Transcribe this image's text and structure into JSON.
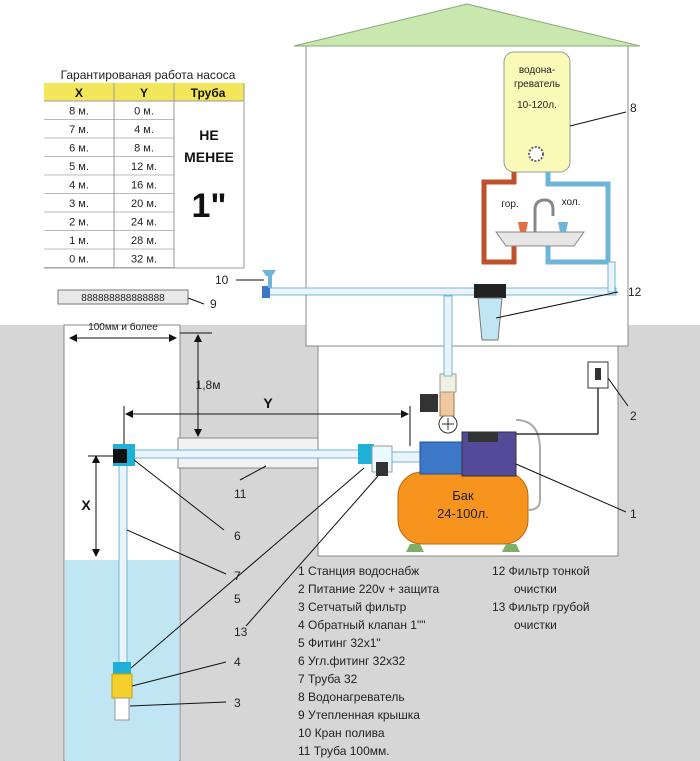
{
  "table": {
    "title": "Гарантированая работа насоса",
    "headers": [
      "X",
      "Y",
      "Труба"
    ],
    "rows": [
      {
        "x": "8 м.",
        "y": "0 м."
      },
      {
        "x": "7 м.",
        "y": "4 м."
      },
      {
        "x": "6 м.",
        "y": "8 м."
      },
      {
        "x": "5 м.",
        "y": "12 м."
      },
      {
        "x": "4 м.",
        "y": "16 м."
      },
      {
        "x": "3 м.",
        "y": "20 м."
      },
      {
        "x": "2 м.",
        "y": "24 м."
      },
      {
        "x": "1 м.",
        "y": "28 м."
      },
      {
        "x": "0 м.",
        "y": "32 м."
      }
    ],
    "pipe_line1": "НЕ",
    "pipe_line2": "МЕНЕЕ",
    "pipe_size": "1\""
  },
  "cover_text": "888888888888888",
  "labels": {
    "heater_line1": "водона-",
    "heater_line2": "греватель",
    "heater_line3": "10-120л.",
    "hot": "гор.",
    "cold": "хол.",
    "tank_line1": "Бак",
    "tank_line2": "24-100л.",
    "well_width": "100мм и более",
    "depth": "1,8м",
    "y_dim": "Y",
    "x_dim": "X"
  },
  "callouts": [
    "1",
    "2",
    "3",
    "4",
    "5",
    "6",
    "7",
    "8",
    "9",
    "10",
    "11",
    "12",
    "13"
  ],
  "legend_left": [
    "1 Станция водоснабж",
    "2 Питание 220v + защита",
    "3 Сетчатый фильтр",
    "4 Обратный клапан 1\"\"",
    "5 Фитинг 32х1\"",
    "6 Угл.фитинг 32х32",
    "7 Труба 32",
    "8 Водонагреватель",
    "9 Утепленная крышка",
    "10 Кран полива",
    "11 Труба 100мм."
  ],
  "legend_right": [
    "12 Фильтр тонкой",
    "очистки",
    "13 Фильтр грубой",
    "очистки"
  ],
  "colors": {
    "ground": "#d6d6d6",
    "water": "#bfe6f2",
    "house_roof": "#c8e8b0",
    "heater": "#fafab8",
    "tank": "#f7941d",
    "pump": "#3d78c8",
    "pipe_blue": "#6fb4d9",
    "pipe_hot": "#c0502c",
    "fitting": "#1fb0d8"
  }
}
